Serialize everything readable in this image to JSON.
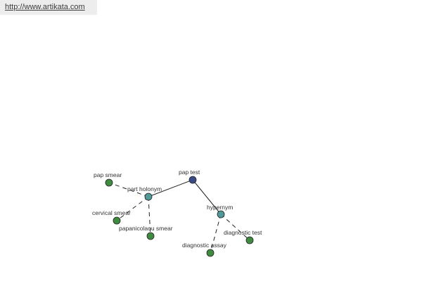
{
  "header": {
    "url": "http://www.artikata.com"
  },
  "colors": {
    "root_node": "#3b4a86",
    "relation_node": "#4f9a99",
    "leaf_node": "#3f8b3f",
    "edge": "#222222"
  },
  "graph": {
    "root": "pap test",
    "relations": [
      {
        "label": "part holonym",
        "terms": [
          "pap smear",
          "cervical smear",
          "papanicolaou smear"
        ]
      },
      {
        "label": "hypernym",
        "terms": [
          "diagnostic assay",
          "diagnostic test"
        ]
      }
    ]
  }
}
